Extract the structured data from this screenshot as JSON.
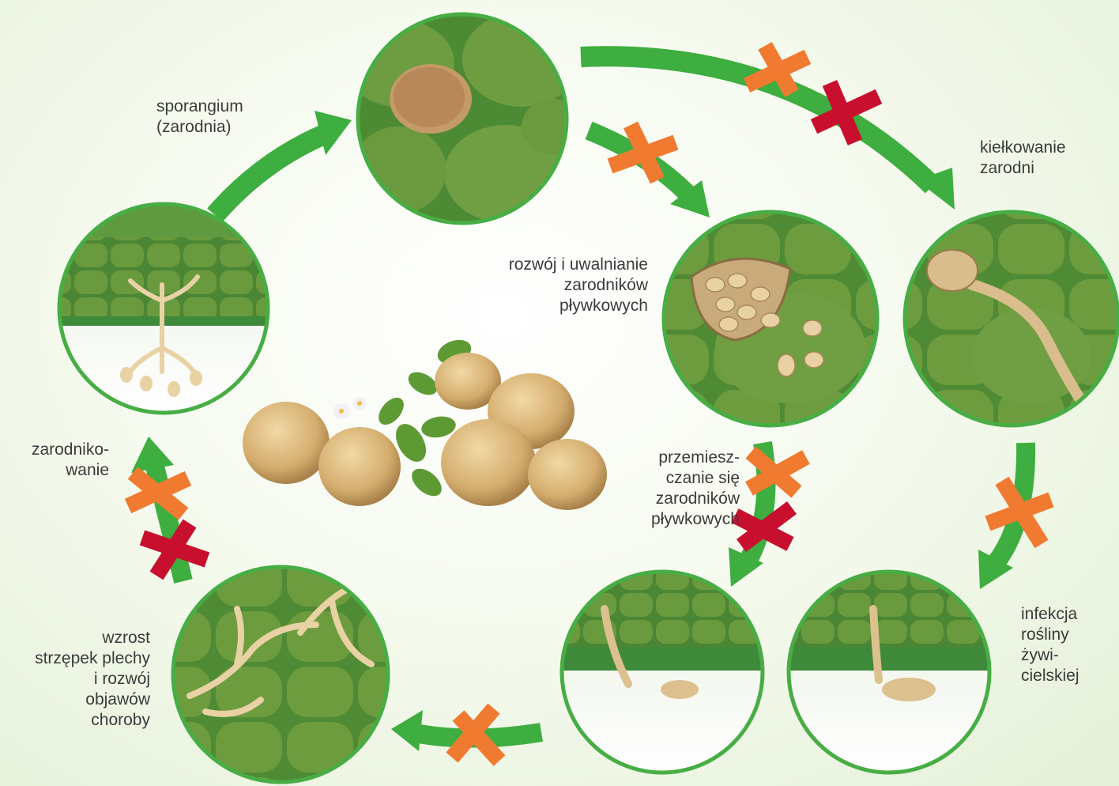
{
  "labels": {
    "sporangium": [
      "sporangium",
      "(zarodnia)"
    ],
    "kielkowanie": [
      "kiełkowanie",
      "zarodni"
    ],
    "rozwoj": [
      "rozwój i uwalnianie",
      "zarodników",
      "pływkowych"
    ],
    "przemieszczanie": [
      "przemiesz-",
      "czanie się",
      "zarodników",
      "pływkowych"
    ],
    "zarodnikowanie": [
      "zarodniko-",
      "wanie"
    ],
    "infekcja": [
      "infekcja",
      "rośliny",
      "żywi-",
      "cielskiej"
    ],
    "wzrost": [
      "wzrost",
      "strzępek plechy",
      "i rozwój",
      "objawów",
      "choroby"
    ]
  },
  "colors": {
    "arrow": "#3dae3f",
    "block_orange": "#f07a30",
    "block_red": "#c8102e",
    "circle_border": "#47ad44",
    "cell_fill": "#6b9a3c",
    "cell_wall": "#4a8a36",
    "spore": "#e6cc9c",
    "hypha": "#e8d2a4"
  },
  "icons": {
    "inhibition_mark": "x-mark-icon",
    "potato_photo": "potato-plant-image"
  }
}
